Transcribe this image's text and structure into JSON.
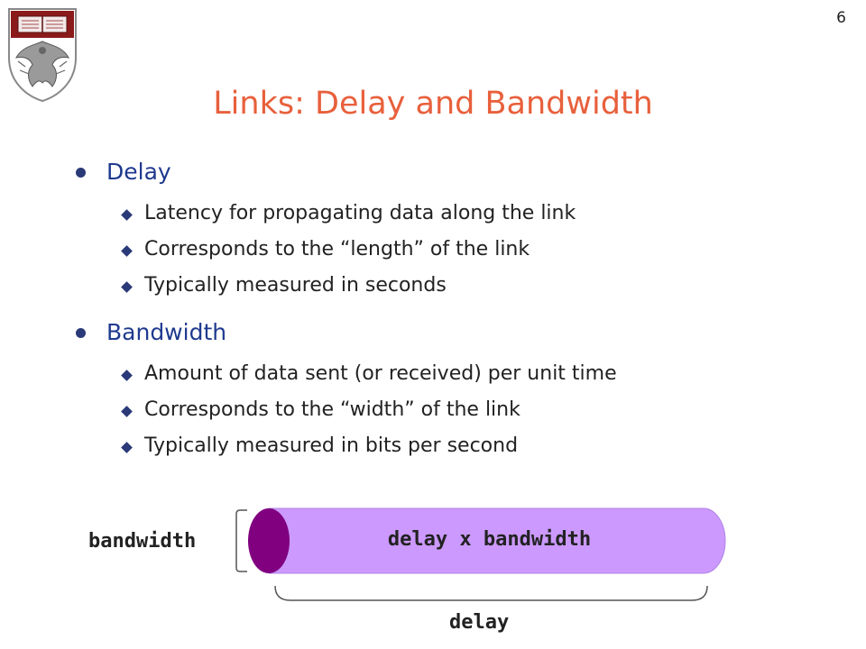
{
  "page_number": "6",
  "title": "Links: Delay and Bandwidth",
  "bullets": [
    {
      "label": "Delay",
      "subs": [
        "Latency for propagating data along the link",
        "Corresponds to the “length” of the link",
        "Typically measured in seconds"
      ]
    },
    {
      "label": "Bandwidth",
      "subs": [
        "Amount of data sent (or received) per unit time",
        "Corresponds to the “width” of the link",
        "Typically measured in bits per second"
      ]
    }
  ],
  "diagram": {
    "bandwidth_label": "bandwidth",
    "pipe_label": "delay x bandwidth",
    "delay_label": "delay"
  },
  "colors": {
    "title": "#e8603c",
    "bullet_text": "#1f3a8f",
    "pipe_body": "#cc99ff",
    "pipe_end": "#800080",
    "crest_red": "#8b1a1a"
  },
  "icons": [
    "university-crest-icon",
    "bullet-dot-icon",
    "bullet-diamond-icon"
  ]
}
